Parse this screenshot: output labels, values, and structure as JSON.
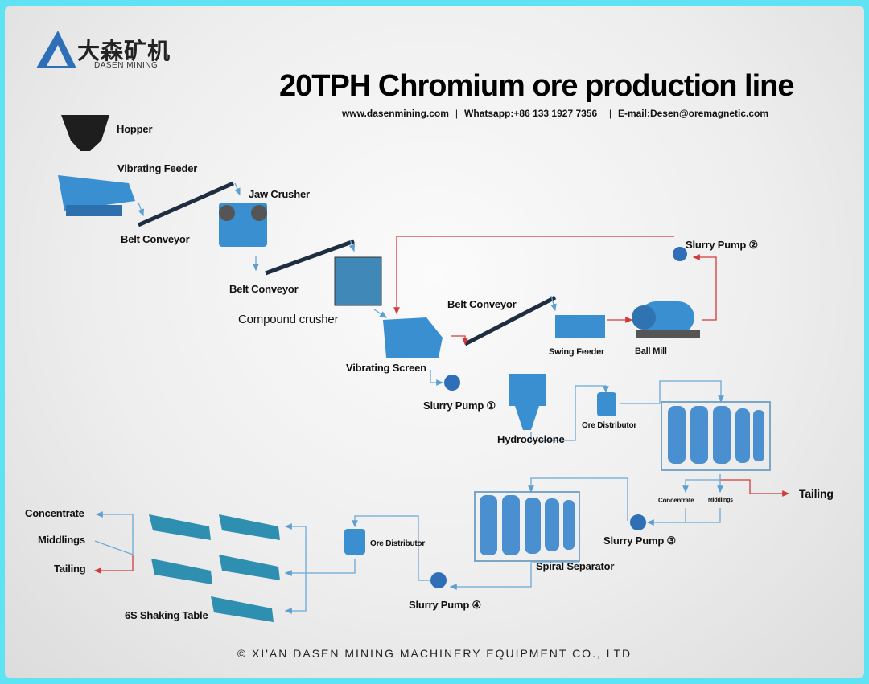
{
  "brand": {
    "name_cn": "大森矿机",
    "name_en": "DASEN MINING"
  },
  "title": "20TPH Chromium ore production line",
  "contact": {
    "website": "www.dasenmining.com",
    "whatsapp": "Whatsapp:+86 133 1927 7356",
    "email": "E-mail:Desen@oremagnetic.com"
  },
  "labels": {
    "hopper": "Hopper",
    "vibrating_feeder": "Vibrating Feeder",
    "jaw_crusher": "Jaw Crusher",
    "belt_conveyor_1": "Belt Conveyor",
    "belt_conveyor_2": "Belt Conveyor",
    "belt_conveyor_3": "Belt Conveyor",
    "compound_crusher": "Compound crusher",
    "slurry_pump_2": "Slurry Pump ②",
    "swing_feeder": "Swing Feeder",
    "ball_mill": "Ball Mill",
    "vibrating_screen": "Vibrating Screen",
    "slurry_pump_1": "Slurry Pump ①",
    "hydrocyclone": "Hydrocyclone",
    "ore_distributor_1": "Ore Distributor",
    "concentrate_small": "Concentrate",
    "middlings_small": "Middlings",
    "tailing_1": "Tailing",
    "slurry_pump_3": "Slurry Pump ③",
    "spiral_separator": "Spiral Separator",
    "ore_distributor_2": "Ore Distributor",
    "slurry_pump_4": "Slurry Pump ④",
    "shaking_table": "6S Shaking Table",
    "concentrate": "Concentrate",
    "middlings": "Middlings",
    "tailing_2": "Tailing"
  },
  "footer": "© XI'AN DASEN MINING MACHINERY EQUIPMENT CO., LTD",
  "colors": {
    "frame": "#5fe3f2",
    "equipment": "#3a8fd0",
    "flow_blue": "#6aa9d6",
    "flow_red": "#d23a3a"
  }
}
